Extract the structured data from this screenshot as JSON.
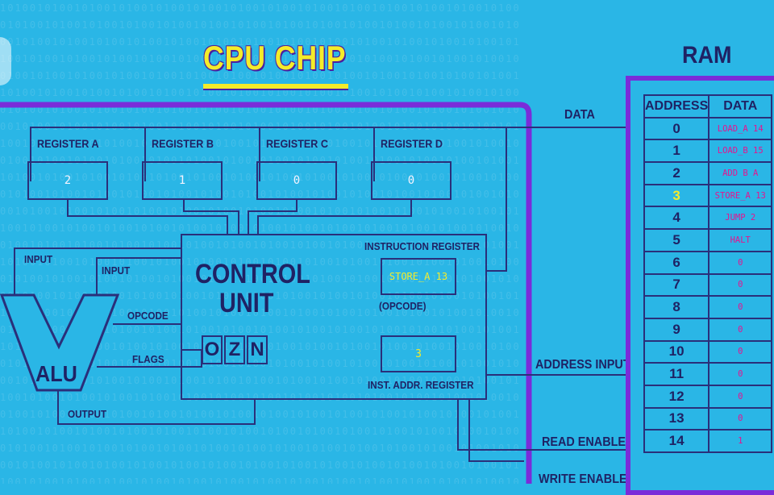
{
  "title": "CPU CHIP",
  "registers": [
    {
      "label": "REGISTER A",
      "value": "2"
    },
    {
      "label": "REGISTER B",
      "value": "1"
    },
    {
      "label": "REGISTER C",
      "value": "0"
    },
    {
      "label": "REGISTER D",
      "value": "0"
    }
  ],
  "control_unit": {
    "title_line1": "CONTROL",
    "title_line2": "UNIT",
    "instruction_register_label": "INSTRUCTION REGISTER",
    "instruction_register_value": "STORE_A 13",
    "opcode_label": "(OPCODE)",
    "inst_addr_register_label": "INST. ADDR. REGISTER",
    "inst_addr_register_value": "3",
    "flags": [
      "O",
      "Z",
      "N"
    ]
  },
  "alu": {
    "label": "ALU",
    "input1": "INPUT",
    "input2": "INPUT",
    "opcode": "OPCODE",
    "flags": "FLAGS",
    "output": "OUTPUT"
  },
  "bus_labels": {
    "data": "DATA",
    "address_input": "ADDRESS INPUT",
    "read_enable": "READ ENABLE",
    "write_enable": "WRITE ENABLE"
  },
  "ram": {
    "title": "RAM",
    "col_address": "ADDRESS",
    "col_data": "DATA",
    "highlight_address": "3",
    "rows": [
      {
        "address": "0",
        "data": "LOAD_A 14"
      },
      {
        "address": "1",
        "data": "LOAD_B 15"
      },
      {
        "address": "2",
        "data": "ADD B A"
      },
      {
        "address": "3",
        "data": "STORE_A 13"
      },
      {
        "address": "4",
        "data": "JUMP 2"
      },
      {
        "address": "5",
        "data": "HALT"
      },
      {
        "address": "6",
        "data": "0"
      },
      {
        "address": "7",
        "data": "0"
      },
      {
        "address": "8",
        "data": "0"
      },
      {
        "address": "9",
        "data": "0"
      },
      {
        "address": "10",
        "data": "0"
      },
      {
        "address": "11",
        "data": "0"
      },
      {
        "address": "12",
        "data": "0"
      },
      {
        "address": "13",
        "data": "0"
      },
      {
        "address": "14",
        "data": "1"
      }
    ]
  },
  "colors": {
    "background": "#2ab6e6",
    "wire": "#2a2f7a",
    "cpu_border": "#7a2cd9",
    "title_yellow": "#f4ec2a",
    "ram_data_text": "#e6138f"
  }
}
